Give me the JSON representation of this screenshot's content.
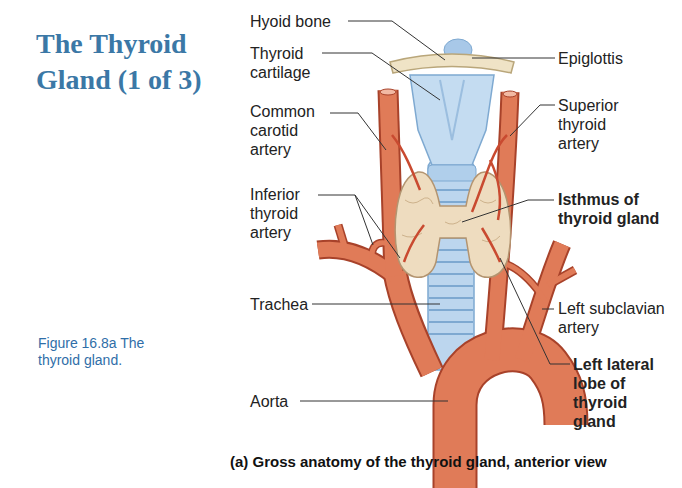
{
  "diagram": {
    "title": "The Thyroid Gland (1 of 3)",
    "caption": "(a) Gross anatomy of the thyroid gland, anterior view",
    "labels": [
      "Hyoid bone",
      "Thyroid cartilage",
      "Common carotid artery",
      "Inferior thyroid artery",
      "Trachea",
      "Aorta",
      "Epiglottis",
      "Superior thyroid artery",
      "Isthmus of thyroid gland",
      "Left subclavian artery",
      "Left lateral lobe of thyroid gland",
      "Figure 16.8a The thyroid gland."
    ]
  }
}
